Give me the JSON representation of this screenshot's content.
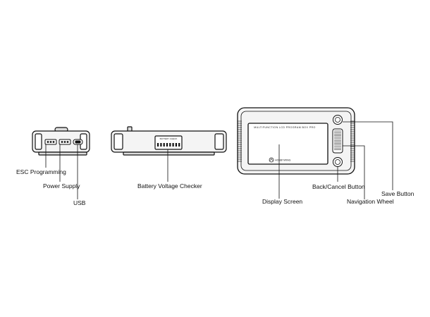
{
  "labels": {
    "esc_programming": "ESC Programming",
    "power_supply": "Power Supply",
    "usb": "USB",
    "battery_voltage_checker": "Battery Voltage Checker",
    "display_screen": "Display Screen",
    "back_cancel_button": "Back/Cancel Button",
    "save_button": "Save Button",
    "navigation_wheel": "Navigation Wheel"
  },
  "device_text": {
    "screen_title": "MULTIFUNCTION LCD PROGRAM BOX PRO",
    "brand": "HOBBYWING",
    "battery_check": "BATTERY CHECK"
  },
  "colors": {
    "line": "#111111",
    "body_fill": "#f4f4f4",
    "screen_fill": "#ffffff"
  }
}
